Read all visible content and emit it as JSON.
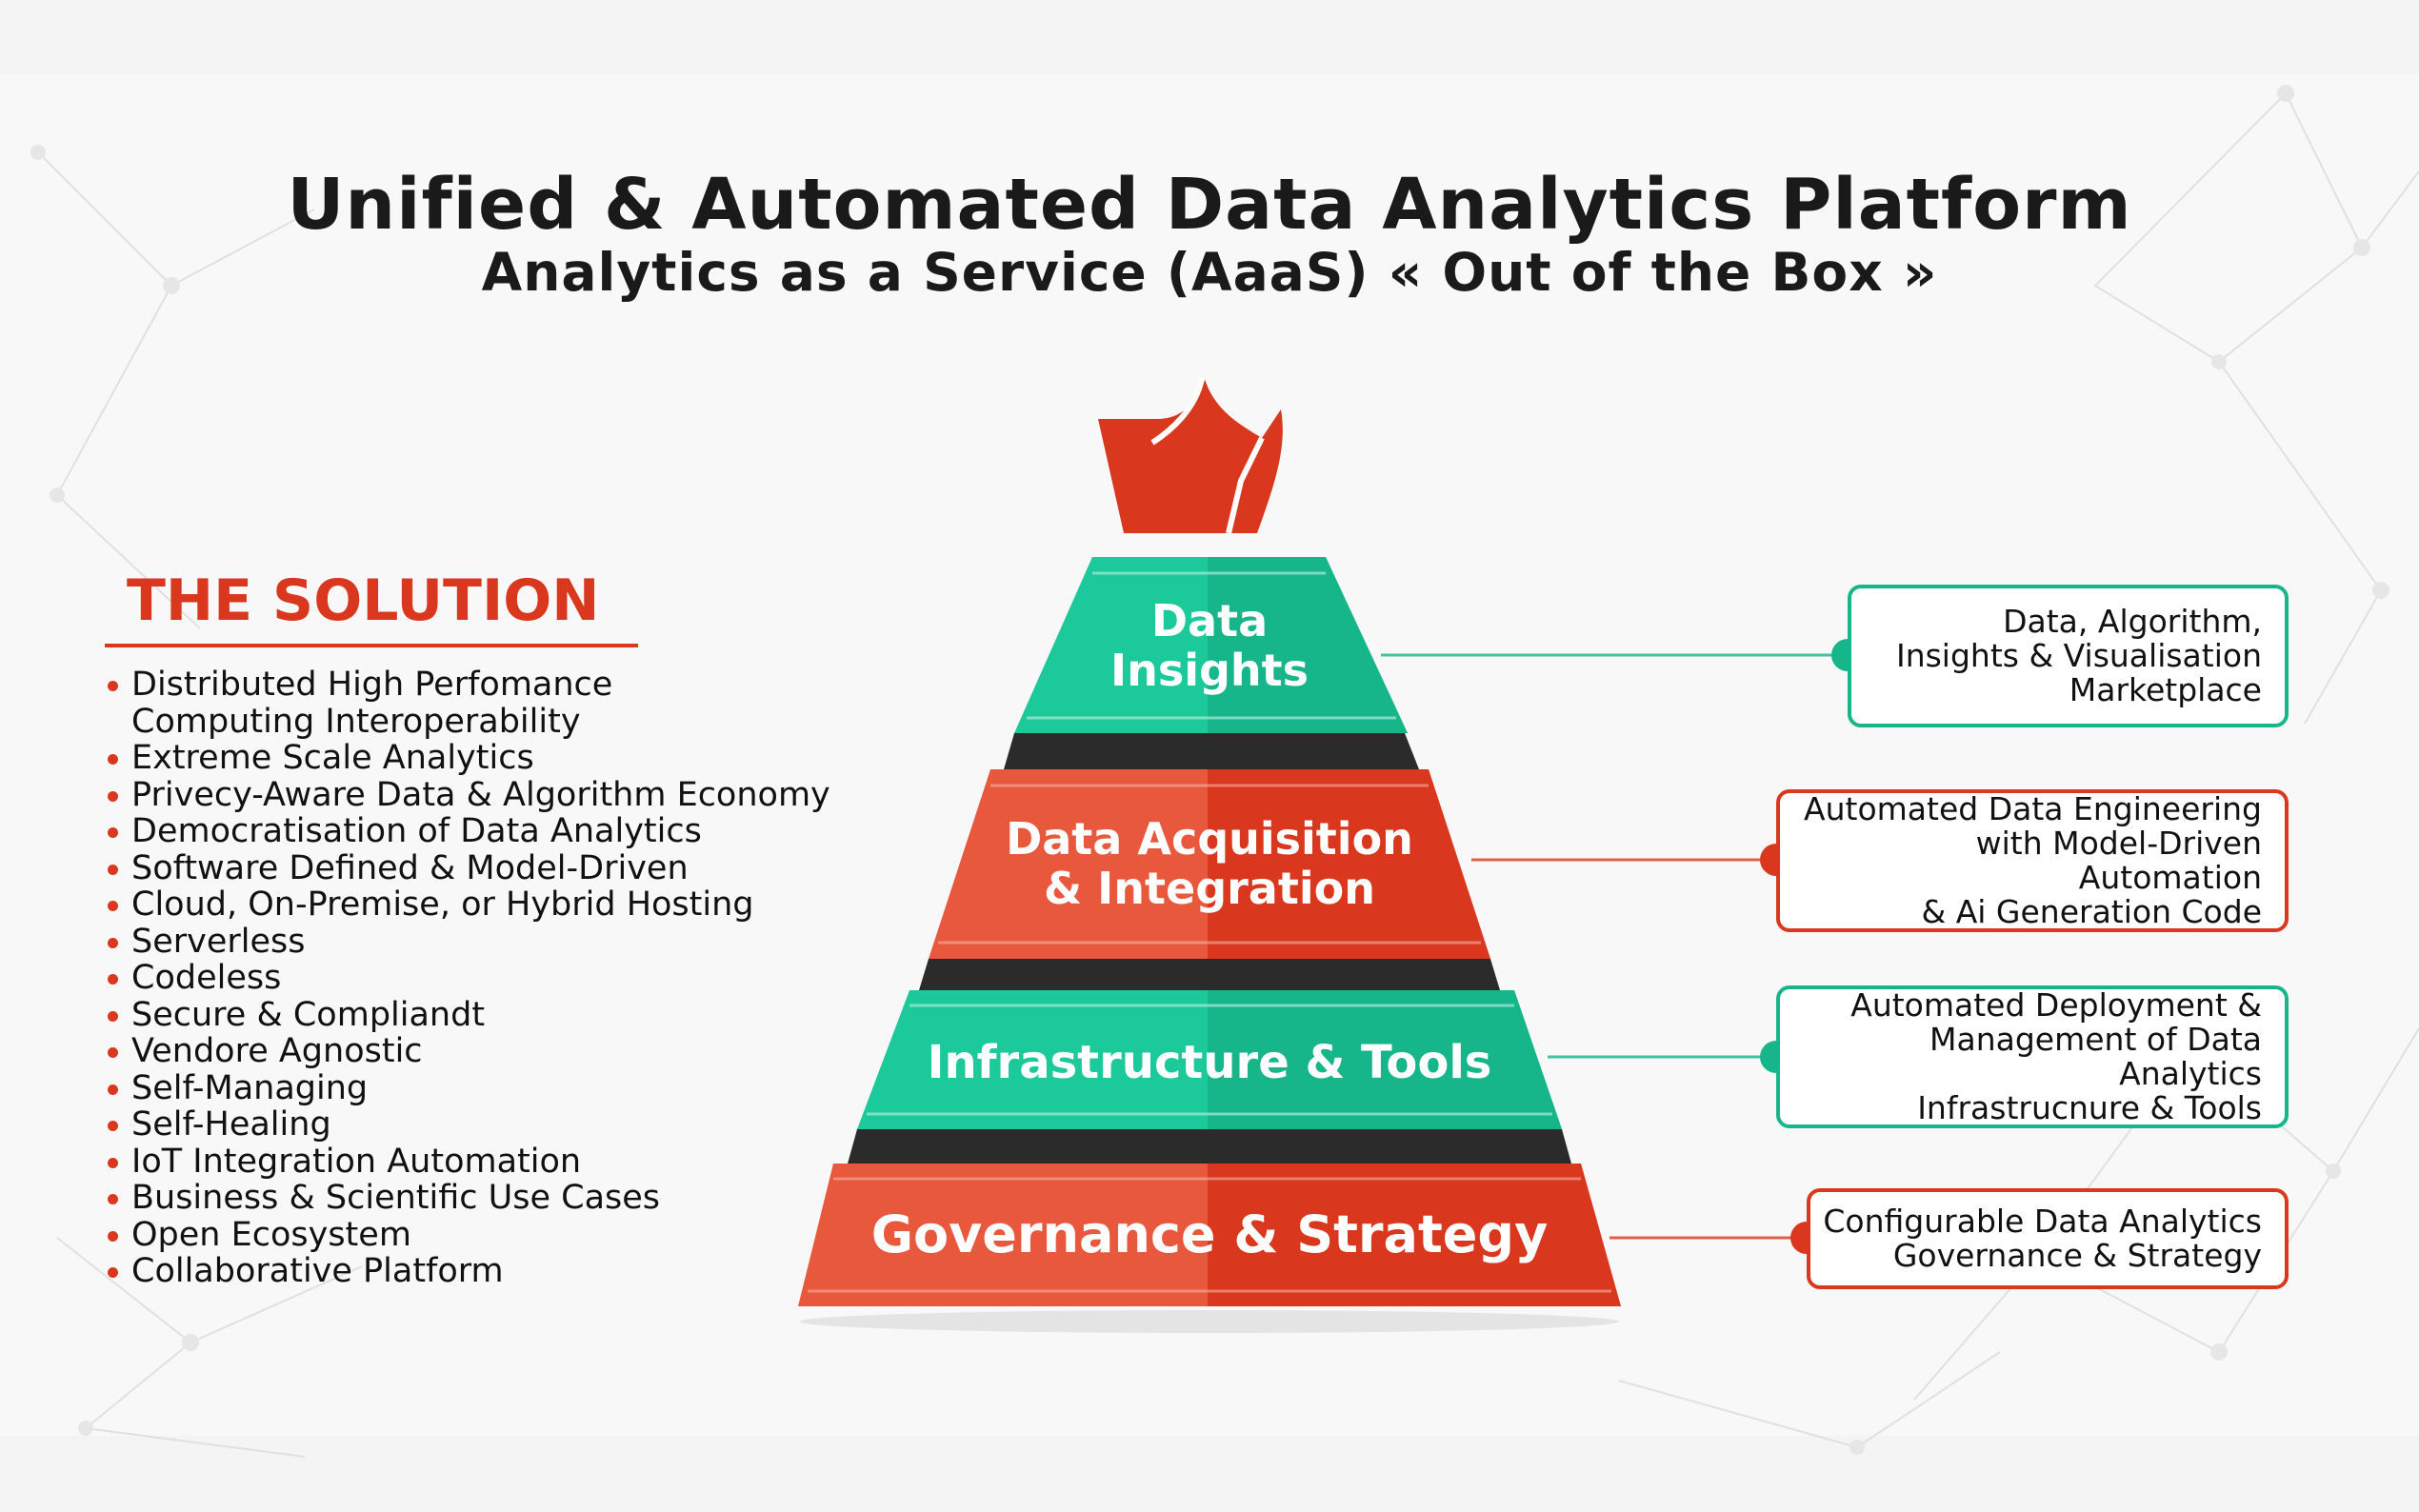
{
  "title": "Unified & Automated Data Analytics Platform",
  "subtitle": "Analytics as a Service (AaaS) « Out of the Box »",
  "solution": {
    "heading": "THE SOLUTION",
    "items": [
      "Distributed High Perfomance\nComputing Interoperability",
      "Extreme Scale Analytics",
      "Privecy-Aware Data & Algorithm Economy",
      "Democratisation of Data Analytics",
      "Software Defined & Model-Driven",
      "Cloud, On-Premise, or Hybrid Hosting",
      "Serverless",
      "Codeless",
      "Secure & Compliandt",
      "Vendore Agnostic",
      "Self-Managing",
      "Self-Healing",
      "IoT Integration Automation",
      "Business & Scientific Use Cases",
      "Open Ecosystem",
      "Collaborative Platform"
    ]
  },
  "pyramid": {
    "tiers": [
      {
        "label": "Data\nInsights",
        "color": "green"
      },
      {
        "label": "Data Acquisition\n& Integration",
        "color": "red"
      },
      {
        "label": "Infrastructure & Tools",
        "color": "green"
      },
      {
        "label": "Governance & Strategy",
        "color": "red"
      }
    ],
    "crown_icon": "crown-icon"
  },
  "callouts": [
    {
      "text": "Data, Algorithm,\nInsights & Visualisation\nMarketplace",
      "color": "green"
    },
    {
      "text": "Automated Data Engineering\nwith Model-Driven Automation\n& Ai Generation Code",
      "color": "red"
    },
    {
      "text": "Automated Deployment &\nManagement of Data Analytics\nInfrastrucnure & Tools",
      "color": "green"
    },
    {
      "text": "Configurable Data Analytics\nGovernance & Strategy",
      "color": "red"
    }
  ],
  "colors": {
    "green": "#17b58a",
    "green_light": "#1cc99a",
    "red": "#d9381e",
    "red_light": "#e8583c",
    "dark": "#2b2b2b"
  }
}
